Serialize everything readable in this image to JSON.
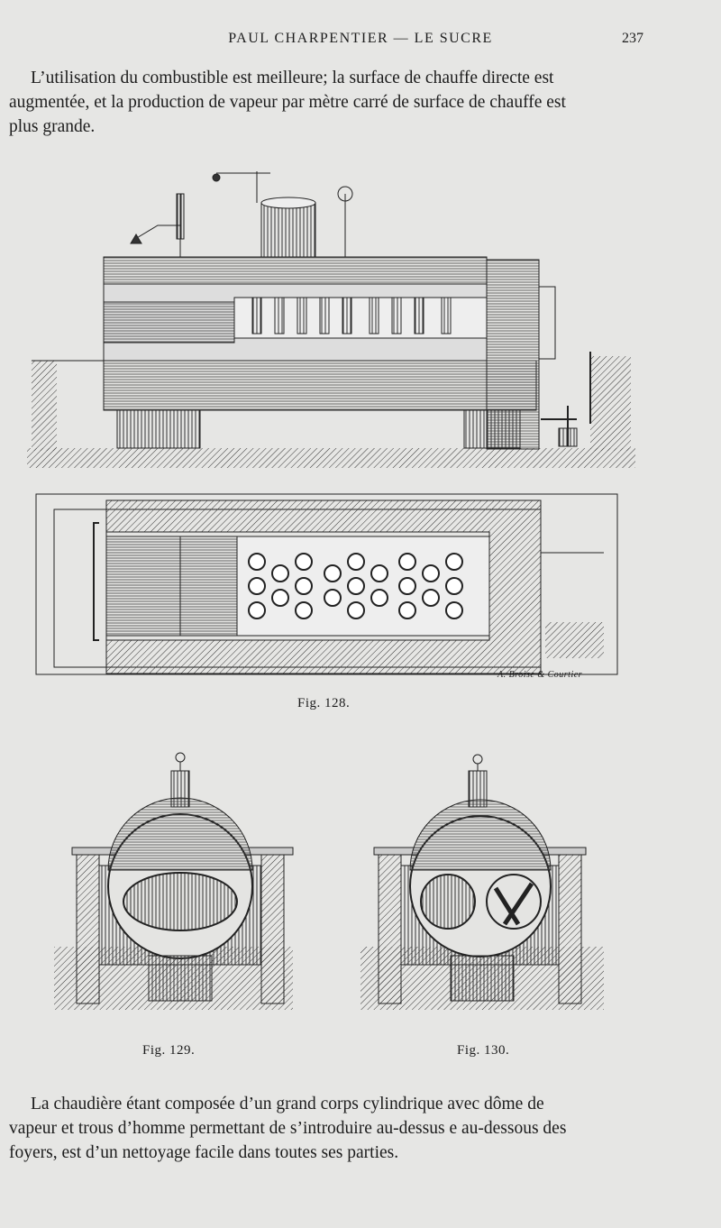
{
  "header": {
    "running_title": "PAUL CHARPENTIER — LE SUCRE",
    "page_number": "237"
  },
  "paragraph_1": [
    "L’utilisation du combustible est meilleure; la surface de chauffe directe est",
    "augmentée, et la production de vapeur par mètre carré de surface de chauffe est",
    "plus grande."
  ],
  "figures": {
    "fig128": {
      "caption": "Fig. 128.",
      "engraver": "A. Broise & Courtier"
    },
    "fig129": {
      "caption": "Fig. 129."
    },
    "fig130": {
      "caption": "Fig. 130."
    }
  },
  "paragraph_2": [
    "La chaudière étant composée d’un grand corps cylindrique avec dôme de",
    "vapeur et trous d’homme permettant de s’introduire au-dessus e  au-dessous des",
    "foyers, est d’un nettoyage facile dans toutes ses parties."
  ]
}
